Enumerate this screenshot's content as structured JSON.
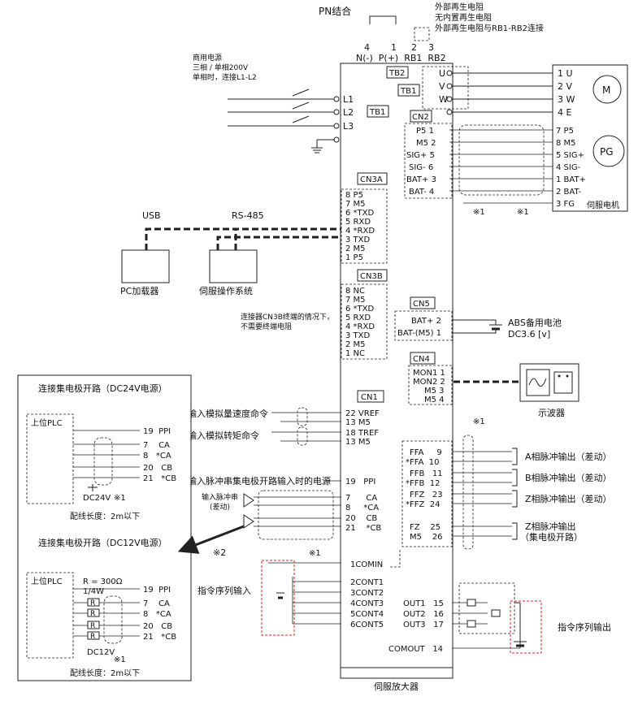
{
  "top": {
    "pn": "PN结合",
    "regen1": "外部再生电阻",
    "regen2": "无内置再生电阻",
    "regen3": "外部再生电阻与RB1-RB2连接",
    "nums": [
      "4",
      "1",
      "2",
      "3"
    ],
    "terms": "N(-)  P(+)  RB1  RB2"
  },
  "power": {
    "line1": "商用电源",
    "line2": "三相 / 单相200V",
    "line3": "单相时，连接L1-L2",
    "terms": [
      "L1",
      "L2",
      "L3"
    ]
  },
  "tb": {
    "tb1": "TB1",
    "tb2": "TB2",
    "tb1b": "TB1",
    "cn2": "CN2"
  },
  "motor": {
    "uvw": [
      "U",
      "V",
      "W"
    ],
    "out": [
      "1 U",
      "2 V",
      "3 W",
      "4 E"
    ],
    "m": "M",
    "pg": "PG",
    "label": "伺服电机",
    "cn2_left": [
      "P5  1",
      "M5  2",
      "SIG+  5",
      "SIG-  6",
      "BAT+  3",
      "BAT-  4"
    ],
    "cn2_right": [
      "7 P5",
      "8 M5",
      "5 SIG+",
      "4 SIG-",
      "1 BAT+",
      "2 BAT-",
      "3 FG"
    ],
    "note1": "※1",
    "note2": "※1"
  },
  "cn3a": {
    "label": "CN3A",
    "pins": [
      "8  P5",
      "7  M5",
      "6 *TXD",
      "5  RXD",
      "4 *RXD",
      "3  TXD",
      "2  M5",
      "1  P5"
    ],
    "usb": "USB",
    "rs485": "RS-485",
    "pc": "PC加载器",
    "ops": "伺服操作系统"
  },
  "cn3b": {
    "label": "CN3B",
    "pins": [
      "8  NC",
      "7  M5",
      "6 *TXD",
      "5  RXD",
      "4 *RXD",
      "3  TXD",
      "2  M5",
      "1  NC"
    ],
    "note1": "连接器CN3B终端的情况下，",
    "note2": "不需要终端电阻"
  },
  "cn5": {
    "label": "CN5",
    "pins": [
      "BAT+  2",
      "BAT-(M5)  1"
    ],
    "battery": "ABS备用电池",
    "volt": "DC3.6 [v]"
  },
  "cn4": {
    "label": "CN4",
    "pins": [
      "MON1  1",
      "MON2  2",
      "M5  3",
      "M5  4"
    ],
    "osc": "示波器"
  },
  "cn1": {
    "label": "CN1",
    "analog_pins": [
      "22  VREF",
      "13  M5",
      "18  TREF",
      "13  M5"
    ],
    "speed": "输入模拟量速度命令",
    "torque": "输入模拟转矩命令",
    "pulse_power": "输入脉冲串集电极开路输入时的电源",
    "ppi": "19   PPI",
    "pulse_pins": [
      "7      CA",
      "8     *CA",
      "20    CB",
      "21    *CB"
    ],
    "pulse_in1": "输入脉冲串",
    "pulse_in2": "(差动)",
    "note": "※1",
    "comin": "1COMIN",
    "conts": [
      "2CONT1",
      "3CONT2",
      "4CONT3",
      "5CONT4",
      "6CONT5"
    ],
    "cmd_in": "指令序列输入",
    "out_pins": [
      "FFA     9",
      "*FFA  10",
      "FFB   11",
      "*FFB  12",
      "FFZ   23",
      "*FFZ  24",
      "FZ    25",
      "M5    26"
    ],
    "out_note": "※1",
    "a_out": "A相脉冲输出（差动）",
    "b_out": "B相脉冲输出（差动）",
    "z_out": "Z相脉冲输出（差动）",
    "z_oc1": "Z相脉冲输出",
    "z_oc2": "（集电极开路）",
    "outs": [
      "OUT1   15",
      "OUT2   16",
      "OUT3   17"
    ],
    "comout": "COMOUT   14",
    "cmd_out": "指令序列输出",
    "amp": "伺服放大器"
  },
  "left": {
    "title24": "连接集电极开路（DC24V电源）",
    "plc": "上位PLC",
    "pins": [
      "19  PPI",
      "7    CA",
      "8   *CA",
      "20   CB",
      "21   *CB"
    ],
    "dc24": "DC24V",
    "x1": "※1",
    "len24": "配线长度：2m以下",
    "title12": "连接集电极开路（DC12V电源）",
    "plc2": "上位PLC",
    "r": "R = 300Ω",
    "w": "1/4W",
    "rl": "R",
    "dc12": "DC12V",
    "x1b": "※1",
    "len12": "配线长度：2m以下",
    "x2": "※2"
  }
}
